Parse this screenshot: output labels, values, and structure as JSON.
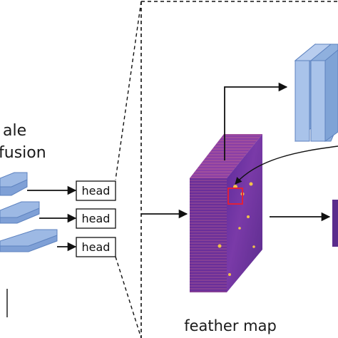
{
  "labels": {
    "scale_fragment": "ale",
    "fusion_fragment": "fusion",
    "feather_map": "feather map"
  },
  "heads": [
    {
      "label": "head"
    },
    {
      "label": "head"
    },
    {
      "label": "head"
    }
  ],
  "colors": {
    "block_blue": "#9fbde6",
    "block_blue_dark": "#6f94c8",
    "feature_purple": "#6b2ea0",
    "highlight_red": "#e0203a",
    "line": "#111111"
  }
}
